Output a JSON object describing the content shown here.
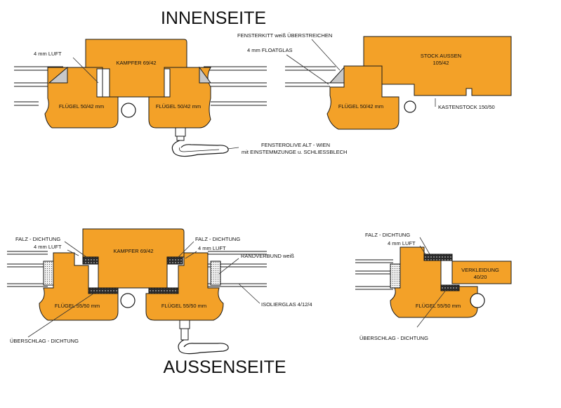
{
  "headings": {
    "inside": "INNENSEITE",
    "outside": "AUSSENSEITE"
  },
  "colors": {
    "wood": "#f3a128",
    "wood_light": "#f7b03c",
    "seal": "#2a2a2a",
    "spacer": "#e8e8e8",
    "glass_wedge": "#c8c8c8",
    "outline": "#1a1a1a"
  },
  "top_left": {
    "luft": "4 mm LUFT",
    "kampfer": "KAMPFER 69/42",
    "fluegel_left": "FLÜGEL 50/42 mm",
    "fluegel_right": "FLÜGEL 50/42 mm",
    "olive_line1": "FENSTEROLIVE   ALT - WIEN",
    "olive_line2": "mit EINSTEMMZUNGE u. SCHLIESSBLECH"
  },
  "top_right": {
    "kitt": "FENSTERKITT weiß ÜBERSTREICHEN",
    "floatglas": "4 mm FLOATGLAS",
    "stock_line1": "STOCK  AUSSEN",
    "stock_line2": "105/42",
    "fluegel": "FLÜGEL 50/42 mm",
    "kastenstock": "KASTENSTOCK 150/50"
  },
  "bottom_left": {
    "falz_left": "FALZ - DICHTUNG",
    "luft_left": "4 mm LUFT",
    "kampfer": "KAMPFER 69/42",
    "falz_right": "FALZ - DICHTUNG",
    "luft_right": "4 mm LUFT",
    "randverbund": "RANDVERBUND weiß",
    "isolierglas": "ISOLIERGLAS 4/12/4",
    "fluegel_left": "FLÜGEL 55/50 mm",
    "fluegel_right": "FLÜGEL 55/50 mm",
    "ueberschlag": "ÜBERSCHLAG - DICHTUNG"
  },
  "bottom_right": {
    "falz": "FALZ - DICHTUNG",
    "luft": "4 mm LUFT",
    "verkleidung_line1": "VERKLEIDUNG",
    "verkleidung_line2": "40/20",
    "fluegel": "FLÜGEL 55/50 mm",
    "ueberschlag": "ÜBERSCHLAG - DICHTUNG"
  }
}
